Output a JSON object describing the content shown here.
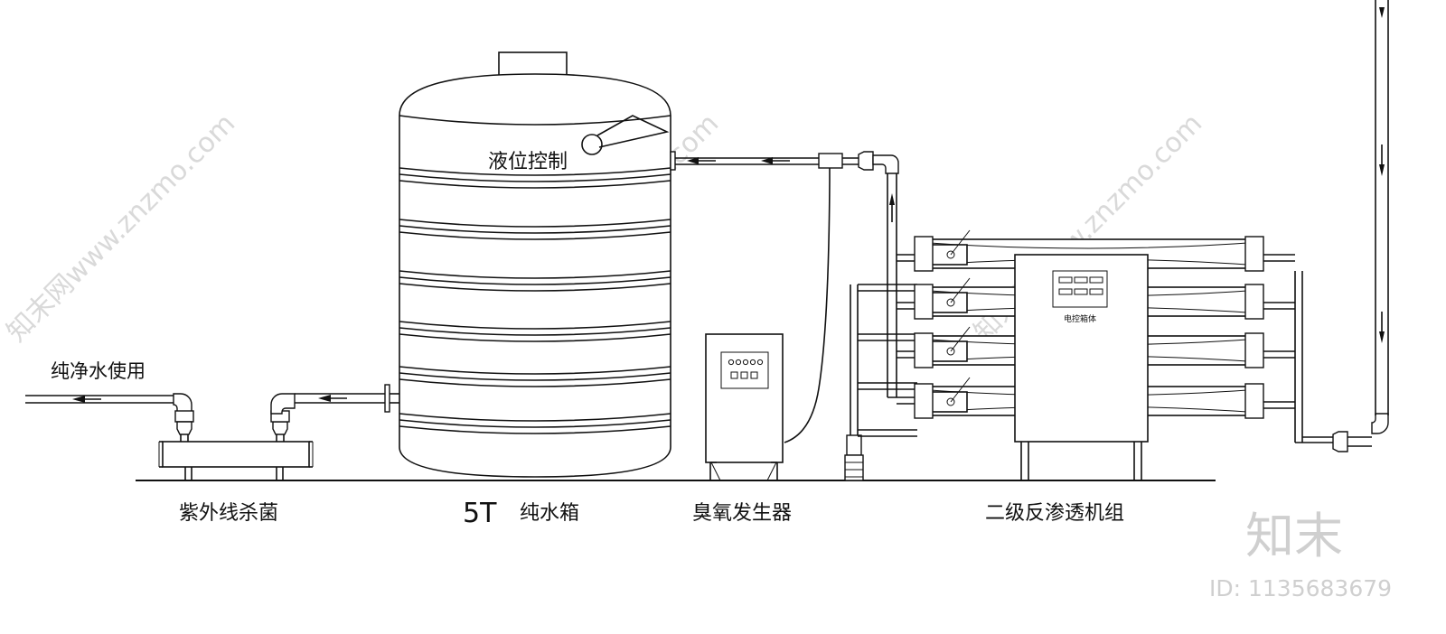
{
  "labels": {
    "pure_water_use": "纯净水使用",
    "uv_sterilizer": "紫外线杀菌",
    "tank_capacity": "5T",
    "tank_name": "纯水箱",
    "level_control": "液位控制",
    "ozone_generator": "臭氧发生器",
    "ro_unit": "二级反渗透机组",
    "control_box": "电控箱体"
  },
  "watermark": {
    "site": "知末网www.znzmo.com",
    "brand": "知末",
    "id": "ID: 1135683679"
  }
}
